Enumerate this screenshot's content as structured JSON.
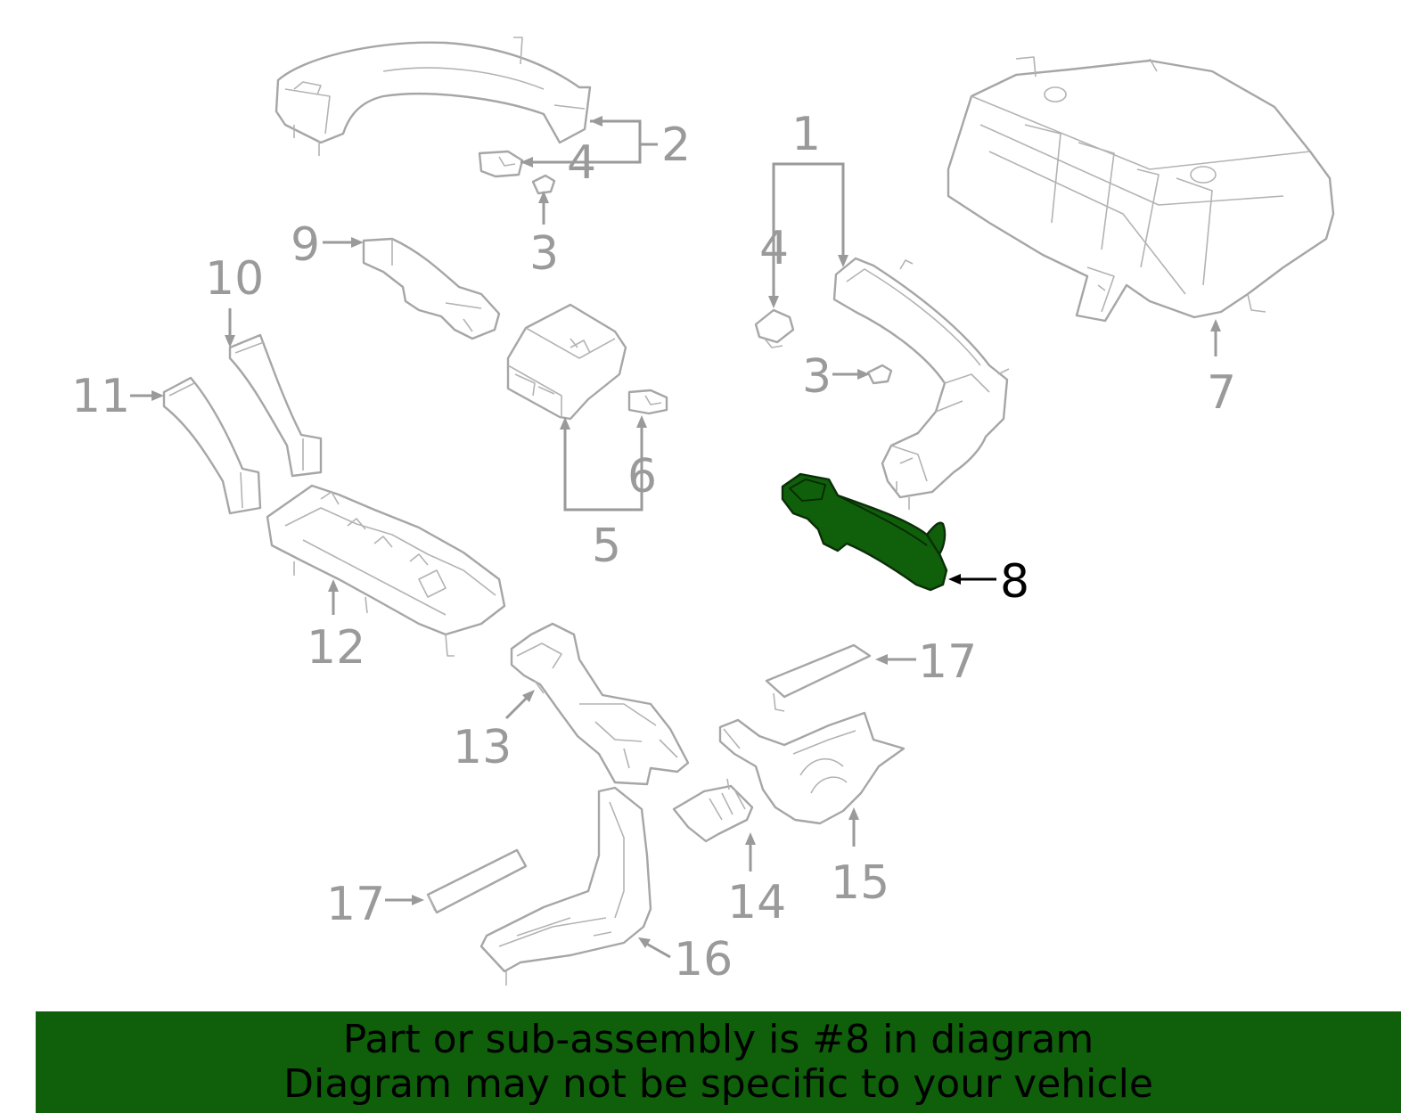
{
  "diagram": {
    "highlighted_part": "8",
    "callouts": [
      {
        "id": "c1",
        "text": "1"
      },
      {
        "id": "c2",
        "text": "2"
      },
      {
        "id": "c3a",
        "text": "3"
      },
      {
        "id": "c3b",
        "text": "3"
      },
      {
        "id": "c4a",
        "text": "4"
      },
      {
        "id": "c4b",
        "text": "4"
      },
      {
        "id": "c5",
        "text": "5"
      },
      {
        "id": "c6",
        "text": "6"
      },
      {
        "id": "c7",
        "text": "7"
      },
      {
        "id": "c8",
        "text": "8"
      },
      {
        "id": "c9",
        "text": "9"
      },
      {
        "id": "c10",
        "text": "10"
      },
      {
        "id": "c11",
        "text": "11"
      },
      {
        "id": "c12",
        "text": "12"
      },
      {
        "id": "c13",
        "text": "13"
      },
      {
        "id": "c14",
        "text": "14"
      },
      {
        "id": "c15",
        "text": "15"
      },
      {
        "id": "c16",
        "text": "16"
      },
      {
        "id": "c17a",
        "text": "17"
      },
      {
        "id": "c17b",
        "text": "17"
      }
    ]
  },
  "colors": {
    "highlight": "#0f5f0b",
    "banner_bg": "#0f5f0b",
    "line_gray": "#9a9a9a"
  },
  "banner": {
    "line1": "Part or sub-assembly is #8 in diagram",
    "line2": "Diagram may not be specific to your vehicle"
  }
}
